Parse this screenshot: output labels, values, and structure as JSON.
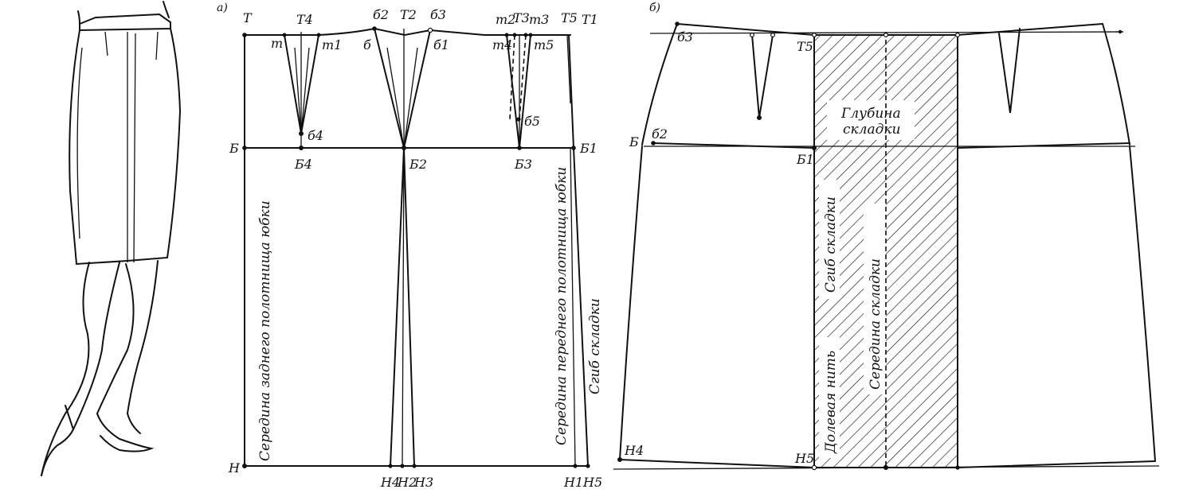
{
  "panels": {
    "a": "а)",
    "b": "б)"
  },
  "pattern_a": {
    "points": {
      "T": "Т",
      "T4": "Т4",
      "t_left": "т",
      "t1": "т1",
      "b2_top": "б2",
      "T2": "Т2",
      "b3_top": "б3",
      "t2": "т2",
      "T3_up": "Т3",
      "t3": "т3",
      "T5": "Т5",
      "T1": "Т1",
      "b_small": "б",
      "b1_small": "б1",
      "t4": "т4",
      "t5": "т5",
      "b4_dart": "б4",
      "b5": "б5",
      "B": "Б",
      "B4": "Б4",
      "B2": "Б2",
      "B3": "Б3",
      "B1": "Б1",
      "H": "Н",
      "H4": "Н4",
      "H2": "Н2",
      "H3": "Н3",
      "H1": "Н1",
      "H5": "Н5"
    },
    "back_center_label": "Середина заднего полотнища юбки",
    "front_center_label": "Середина переднего полотнища юбки",
    "pleat_fold_label": "Сгиб складки"
  },
  "pattern_b": {
    "points": {
      "b3": "б3",
      "T5": "Т5",
      "b2": "б2",
      "B_small": "Б",
      "B1": "Б1",
      "H4": "Н4",
      "H5": "Н5"
    },
    "pleat_depth_line1": "Глубина",
    "pleat_depth_line2": "складки",
    "pleat_fold_label": "Сгиб складки",
    "grain_label": "Долевая нить",
    "pleat_middle_label": "Середина складки"
  },
  "colors": {
    "ink": "#111111",
    "paper": "#ffffff"
  }
}
